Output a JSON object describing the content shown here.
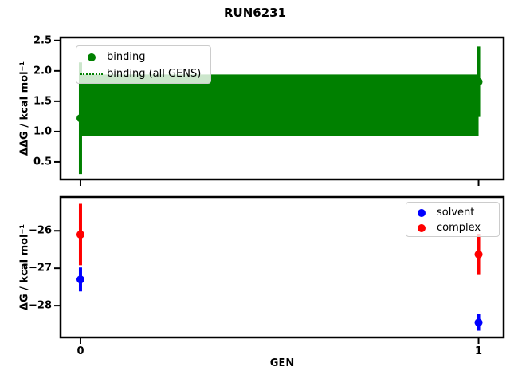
{
  "figure": {
    "title": "RUN6231",
    "xlabel": "GEN"
  },
  "top_plot": {
    "ylabel": "ΔΔG / kcal mol⁻¹",
    "legend": [
      {
        "label": "binding",
        "marker": "dot",
        "color": "#008000"
      },
      {
        "label": "binding (all GENS)",
        "marker": "dotted-line",
        "color": "#008000"
      }
    ]
  },
  "bottom_plot": {
    "ylabel": "ΔG / kcal mol⁻¹",
    "legend": [
      {
        "label": "solvent",
        "marker": "dot",
        "color": "#0000ff"
      },
      {
        "label": "complex",
        "marker": "dot",
        "color": "#ff0000"
      }
    ]
  },
  "chart_data": [
    {
      "type": "scatter",
      "subplot": "top",
      "title": "RUN6231",
      "x": [
        0,
        1
      ],
      "series": [
        {
          "name": "binding",
          "style": "errorbar",
          "color": "#008000",
          "values": [
            1.22,
            1.82
          ],
          "errors": [
            0.92,
            0.58
          ]
        },
        {
          "name": "binding (all GENS)",
          "style": "band-with-dotted-mean",
          "color": "#008000",
          "mean": 1.435,
          "band_low": 0.93,
          "band_high": 1.94
        }
      ],
      "xlabel": "",
      "ylabel": "ΔΔG / kcal mol⁻¹",
      "yticks": [
        0.5,
        1.0,
        1.5,
        2.0,
        2.5
      ],
      "ytick_labels": [
        "0.5",
        "1.0",
        "1.5",
        "2.0",
        "2.5"
      ],
      "ylim": [
        0.21,
        2.55
      ],
      "xticks": [
        0,
        1
      ],
      "xtick_labels": [],
      "xlim": [
        -0.05,
        1.063
      ],
      "grid": false,
      "legend_position": "upper left"
    },
    {
      "type": "scatter",
      "subplot": "bottom",
      "x": [
        0,
        1
      ],
      "series": [
        {
          "name": "solvent",
          "style": "errorbar",
          "color": "#0000ff",
          "values": [
            -27.3,
            -28.45
          ],
          "errors": [
            0.32,
            0.22
          ]
        },
        {
          "name": "complex",
          "style": "errorbar",
          "color": "#ff0000",
          "values": [
            -26.1,
            -26.63
          ],
          "errors": [
            0.82,
            0.55
          ]
        }
      ],
      "xlabel": "GEN",
      "ylabel": "ΔG / kcal mol⁻¹",
      "yticks": [
        -26,
        -27,
        -28
      ],
      "ytick_labels": [
        "−26",
        "−27",
        "−28"
      ],
      "ylim": [
        -28.85,
        -25.1
      ],
      "xticks": [
        0,
        1
      ],
      "xtick_labels": [
        "0",
        "1"
      ],
      "xlim": [
        -0.05,
        1.063
      ],
      "grid": false,
      "legend_position": "upper right"
    }
  ]
}
